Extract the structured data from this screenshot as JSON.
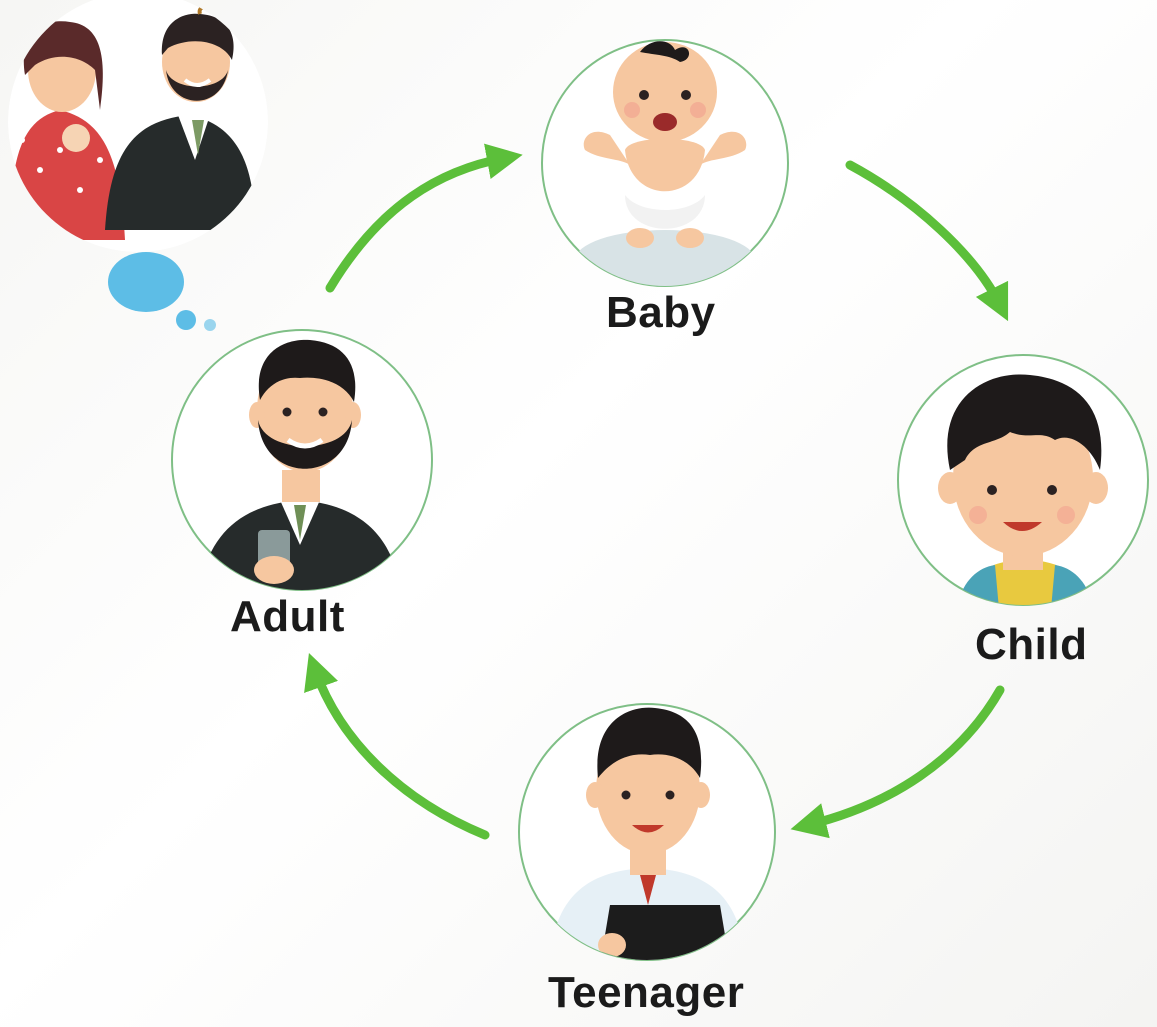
{
  "stages": {
    "baby": {
      "label": "Baby",
      "icon": "baby-icon"
    },
    "child": {
      "label": "Child",
      "icon": "child-boy-icon"
    },
    "teenager": {
      "label": "Teenager",
      "icon": "teenager-boy-icon"
    },
    "adult": {
      "label": "Adult",
      "icon": "adult-man-icon"
    }
  },
  "cycle_order": [
    "baby",
    "child",
    "teenager",
    "adult"
  ],
  "thought_icon": "parents-thought-bubble-icon",
  "colors": {
    "arrow": "#5cbf3a",
    "circle_border": "#7fbf86",
    "skin": "#f6c7a0",
    "hair": "#1e1a1a",
    "text": "#1b1b1b"
  }
}
